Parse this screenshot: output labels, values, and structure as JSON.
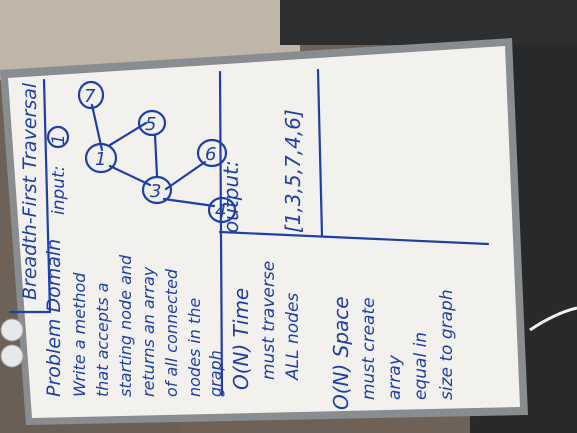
{
  "photo": {
    "colors": {
      "board": "#f2f1ee",
      "frame": "#8a8d8f",
      "ink": "#1f3fa8",
      "carpet": "#6e6258",
      "wall": "#dfd7cc",
      "fabric": "#27292b"
    }
  },
  "whiteboard": {
    "title": "Breadth-First Traversal",
    "problem_domain": {
      "heading": "Problem Domain",
      "lines": [
        "Write a method",
        "that accepts a",
        "starting node and",
        "returns an array",
        "of all connected",
        "nodes in the",
        "graph"
      ]
    },
    "input_label": "input:",
    "input_value": "1",
    "graph": {
      "nodes": [
        "7",
        "5",
        "1",
        "6",
        "3",
        "4"
      ]
    },
    "output_label": "output:",
    "output_value": "[1,3,5,7,4,6]",
    "time": {
      "heading": "O(N) Time",
      "lines": [
        "must traverse",
        "ALL nodes"
      ]
    },
    "space": {
      "heading": "O(N) Space",
      "lines": [
        "must create",
        "array",
        "equal in",
        "size to graph"
      ]
    }
  }
}
